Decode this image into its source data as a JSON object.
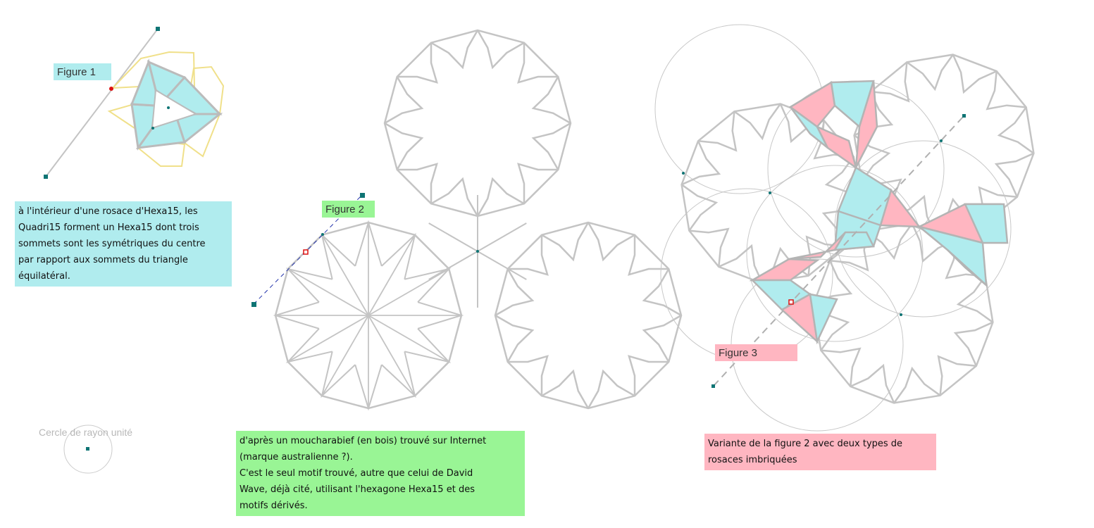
{
  "figure1": {
    "label": "Figure 1",
    "note_lines": [
      "à l'intérieur d'une rosace d'Hexa15, les",
      "Quadri15 forment un Hexa15 dont trois",
      "sommets sont les symétriques du centre",
      "par rapport aux sommets du triangle",
      "équilatéral."
    ]
  },
  "figure2": {
    "label": "Figure 2",
    "note_lines": [
      "d'après un moucharabief (en bois) trouvé sur Internet",
      "(marque australienne ?).",
      "C'est le seul motif trouvé, autre que celui de David",
      "Wave, déjà cité, utilisant l'hexagone Hexa15 et des",
      "motifs dérivés."
    ]
  },
  "figure3": {
    "label": "Figure 3",
    "note_lines": [
      "Variante de la figure 2 avec deux types de",
      "rosaces imbriquées"
    ]
  },
  "unit_circle": {
    "caption": "Cercle de rayon unité"
  },
  "colors": {
    "cyan_fill": "#b0ecee",
    "pink_fill": "#ffb6c1",
    "green_fill": "#99f595",
    "yellow_outline": "#f0e08a",
    "gray_line": "#c4c4c4",
    "point_teal": "#0e7474",
    "point_red": "#dd1111"
  }
}
